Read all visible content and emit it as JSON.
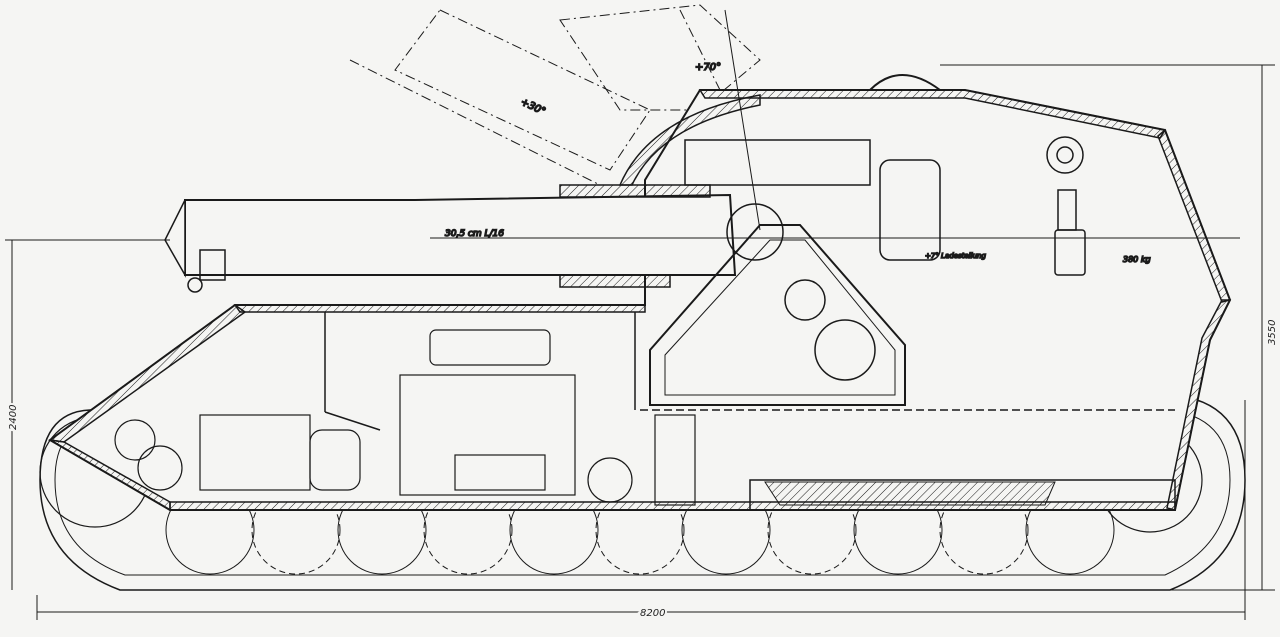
{
  "labels": {
    "elevation_high": "+70°",
    "elevation_low": "+30°",
    "gun_caliber": "30,5 cm  L/16",
    "loading_position": "+7° Ladestellung",
    "shell_weight": "380 kg"
  },
  "dimensions": {
    "total_length": "8200",
    "total_height": "3550",
    "hull_height": "2400"
  },
  "colors": {
    "ink": "#1a1a1a",
    "paper": "#f5f5f3"
  }
}
